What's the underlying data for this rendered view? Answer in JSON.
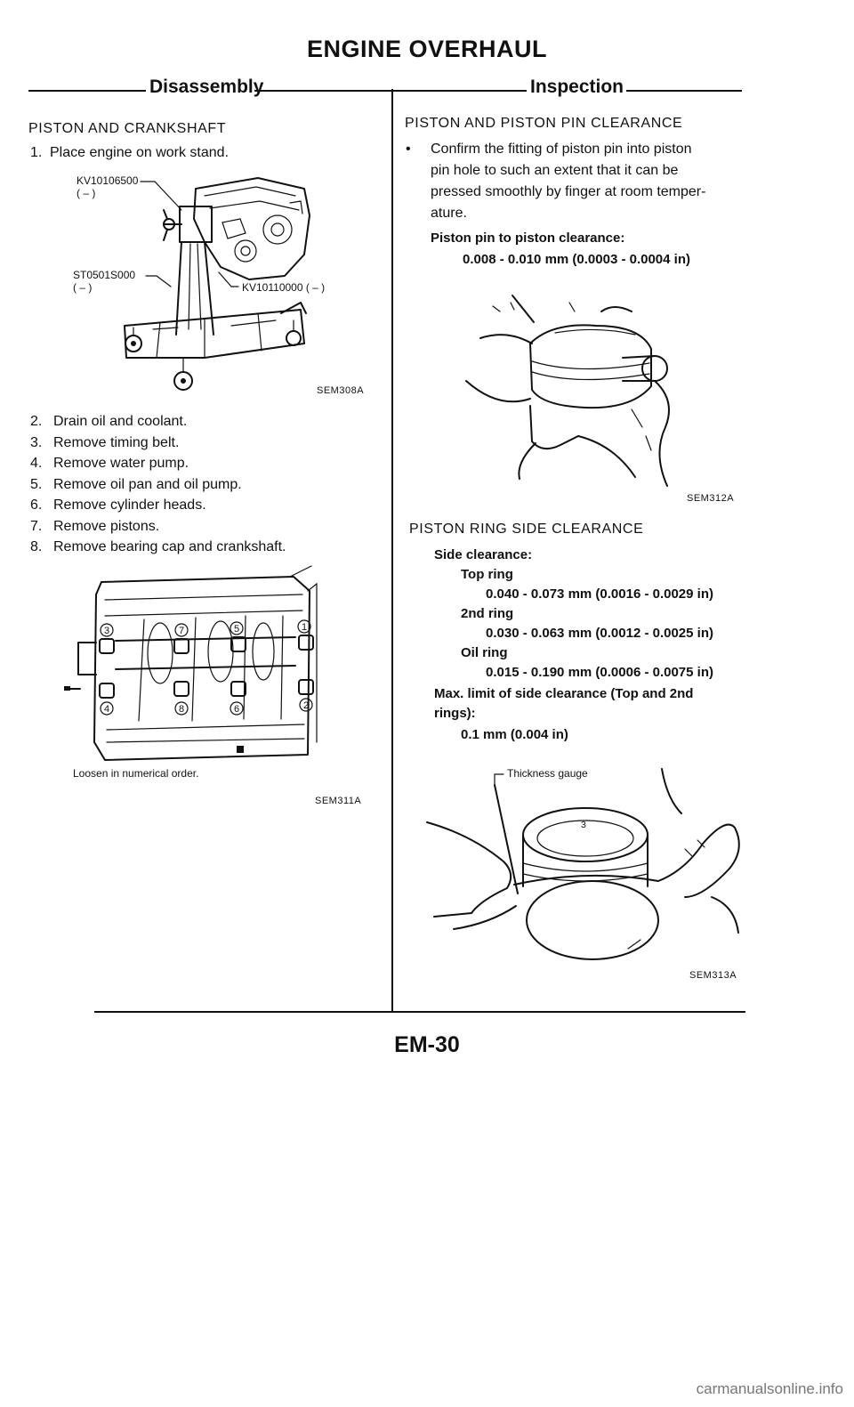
{
  "page": {
    "title": "ENGINE OVERHAUL",
    "page_number": "EM-30",
    "watermark": "carmanualsonline.info"
  },
  "left": {
    "section": "Disassembly",
    "heading": "PISTON AND CRANKSHAFT",
    "step1": {
      "num": "1.",
      "text": "Place engine on work stand."
    },
    "fig1": {
      "tool_a": "KV10106500",
      "tool_a_sub": "(  –  )",
      "tool_b": "ST0501S000",
      "tool_b_sub": "(  –  )",
      "tool_c": "KV10110000 (  –  )",
      "code": "SEM308A"
    },
    "steps": [
      {
        "num": "2.",
        "text": "Drain oil and coolant."
      },
      {
        "num": "3.",
        "text": "Remove timing belt."
      },
      {
        "num": "4.",
        "text": "Remove water pump."
      },
      {
        "num": "5.",
        "text": "Remove oil pan and oil pump."
      },
      {
        "num": "6.",
        "text": "Remove cylinder heads."
      },
      {
        "num": "7.",
        "text": "Remove pistons."
      },
      {
        "num": "8.",
        "text": "Remove bearing cap and crankshaft."
      }
    ],
    "fig2": {
      "caption": "Loosen in numerical order.",
      "code": "SEM311A",
      "numbers": [
        "1",
        "2",
        "3",
        "4",
        "5",
        "6",
        "7",
        "8"
      ]
    }
  },
  "right": {
    "section": "Inspection",
    "heading1": "PISTON AND PISTON PIN CLEARANCE",
    "bullet": "•",
    "para": [
      "Confirm the fitting of piston pin into piston",
      "pin hole to such an extent that it can be",
      "pressed smoothly by finger at room temper-",
      "ature."
    ],
    "spec1_label": "Piston pin to piston clearance:",
    "spec1_value": "0.008 - 0.010 mm (0.0003 - 0.0004 in)",
    "fig3_code": "SEM312A",
    "heading2": "PISTON RING SIDE CLEARANCE",
    "side_label": "Side clearance:",
    "top_ring": "Top ring",
    "top_ring_value": "0.040 - 0.073 mm (0.0016 - 0.0029 in)",
    "second_ring": "2nd ring",
    "second_ring_value": "0.030 - 0.063 mm (0.0012 - 0.0025 in)",
    "oil_ring": "Oil ring",
    "oil_ring_value": "0.015 - 0.190 mm (0.0006 - 0.0075 in)",
    "max_label_1": "Max. limit of side clearance (Top and 2nd",
    "max_label_2": "rings):",
    "max_value": "0.1 mm (0.004 in)",
    "fig4_label": "Thickness gauge",
    "fig4_piston_mark": "3",
    "fig4_code": "SEM313A"
  }
}
